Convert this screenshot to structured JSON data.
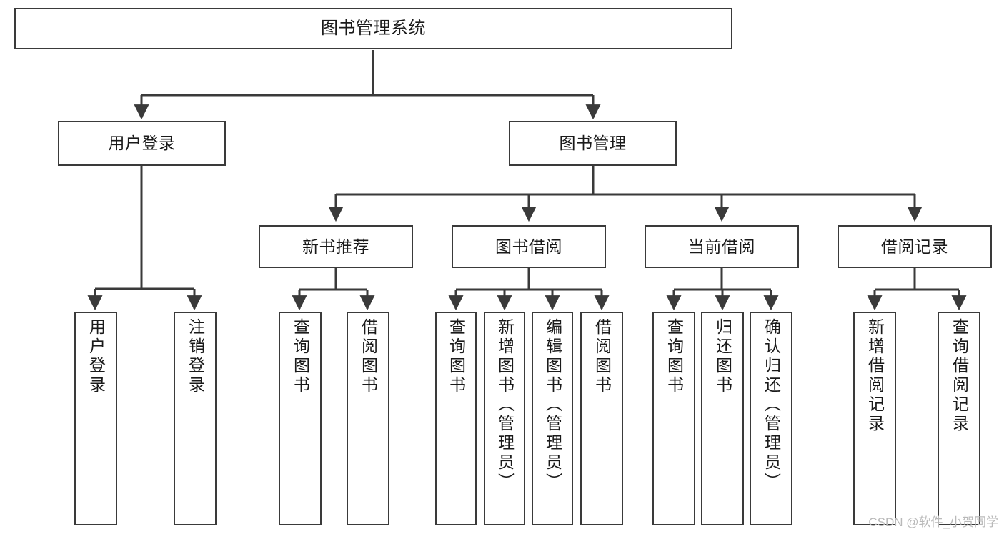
{
  "diagram": {
    "type": "tree-hierarchy",
    "title": "图书管理系统",
    "watermark": "CSDN @软件_小贺同学",
    "colors": {
      "box_border": "#3a3a3a",
      "box_fill": "#ffffff",
      "connector": "#3a3a3a",
      "text": "#1a1a1a",
      "watermark": "#b9b9b9",
      "background": "#ffffff"
    },
    "root": {
      "label": "图书管理系统"
    },
    "branches": [
      {
        "id": "user-login",
        "label": "用户登录",
        "children": [
          {
            "id": "leaf-user-login",
            "label": "用户登录"
          },
          {
            "id": "leaf-user-logout",
            "label": "注销登录"
          }
        ]
      },
      {
        "id": "book-management",
        "label": "图书管理",
        "groups": [
          {
            "id": "new-book-recommend",
            "label": "新书推荐",
            "children": [
              {
                "id": "leaf-query-book-1",
                "label": "查询图书"
              },
              {
                "id": "leaf-borrow-book-1",
                "label": "借阅图书"
              }
            ]
          },
          {
            "id": "book-borrow",
            "label": "图书借阅",
            "children": [
              {
                "id": "leaf-query-book-2",
                "label": "查询图书"
              },
              {
                "id": "leaf-add-book",
                "label": "新增图书（管理员）"
              },
              {
                "id": "leaf-edit-book",
                "label": "编辑图书（管理员）"
              },
              {
                "id": "leaf-borrow-book-2",
                "label": "借阅图书"
              }
            ]
          },
          {
            "id": "current-borrow",
            "label": "当前借阅",
            "children": [
              {
                "id": "leaf-query-book-3",
                "label": "查询图书"
              },
              {
                "id": "leaf-return-book",
                "label": "归还图书"
              },
              {
                "id": "leaf-confirm-return",
                "label": "确认归还（管理员）"
              }
            ]
          },
          {
            "id": "borrow-records",
            "label": "借阅记录",
            "children": [
              {
                "id": "leaf-add-record",
                "label": "新增借阅记录"
              },
              {
                "id": "leaf-query-record",
                "label": "查询借阅记录"
              }
            ]
          }
        ]
      }
    ]
  }
}
